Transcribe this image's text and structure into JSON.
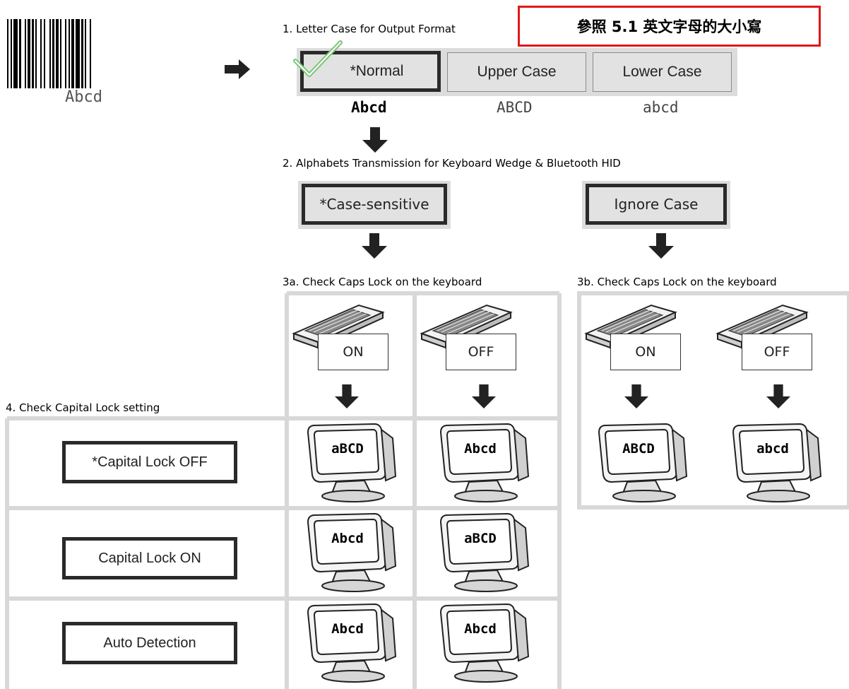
{
  "barcode": {
    "caption": "Abcd"
  },
  "note": {
    "text": "參照 5.1 英文字母的大小寫"
  },
  "step1": {
    "title": "1. Letter Case for Output Format",
    "options": [
      {
        "label": "*Normal",
        "example": "Abcd",
        "selected": true
      },
      {
        "label": "Upper Case",
        "example": "ABCD",
        "selected": false
      },
      {
        "label": "Lower Case",
        "example": "abcd",
        "selected": false
      }
    ]
  },
  "step2": {
    "title": "2. Alphabets Transmission for Keyboard Wedge & Bluetooth HID",
    "options": [
      {
        "label": "*Case-sensitive"
      },
      {
        "label": "Ignore Case"
      }
    ]
  },
  "step3a": {
    "title": "3a. Check Caps Lock on the keyboard",
    "states": [
      "ON",
      "OFF"
    ]
  },
  "step3b": {
    "title": "3b. Check Caps Lock on the keyboard",
    "states": [
      "ON",
      "OFF"
    ],
    "results": [
      "ABCD",
      "abcd"
    ]
  },
  "step4": {
    "title": "4. Check Capital Lock setting",
    "rows": [
      {
        "label": "*Capital Lock OFF",
        "results": [
          "aBCD",
          "Abcd"
        ]
      },
      {
        "label": "Capital Lock ON",
        "results": [
          "Abcd",
          "aBCD"
        ]
      },
      {
        "label": "Auto Detection",
        "results": [
          "Abcd",
          "Abcd"
        ]
      }
    ]
  },
  "colors": {
    "note_border": "#e0191a",
    "panel": "#dcdcdc",
    "check": "#7cc576"
  }
}
